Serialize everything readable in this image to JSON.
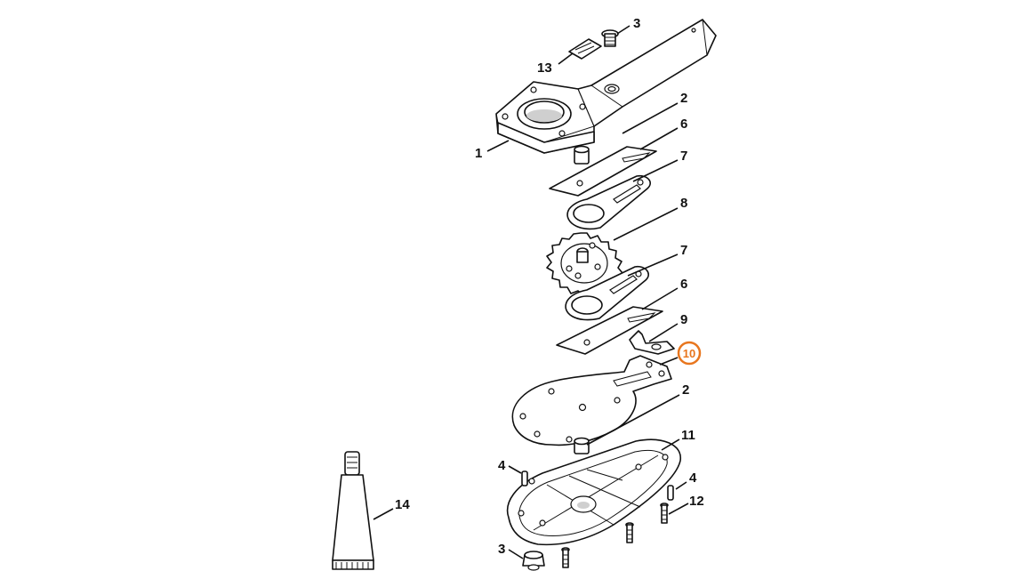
{
  "diagram": {
    "callouts": [
      {
        "id": "c3a",
        "label": "3"
      },
      {
        "id": "c13",
        "label": "13"
      },
      {
        "id": "c2a",
        "label": "2"
      },
      {
        "id": "c6a",
        "label": "6"
      },
      {
        "id": "c1",
        "label": "1"
      },
      {
        "id": "c7a",
        "label": "7"
      },
      {
        "id": "c8",
        "label": "8"
      },
      {
        "id": "c7b",
        "label": "7"
      },
      {
        "id": "c6b",
        "label": "6"
      },
      {
        "id": "c9",
        "label": "9"
      },
      {
        "id": "c10",
        "label": "10",
        "highlighted": true
      },
      {
        "id": "c2b",
        "label": "2"
      },
      {
        "id": "c11",
        "label": "11"
      },
      {
        "id": "c4a",
        "label": "4"
      },
      {
        "id": "c4b",
        "label": "4"
      },
      {
        "id": "c12",
        "label": "12"
      },
      {
        "id": "c14",
        "label": "14"
      },
      {
        "id": "c3b",
        "label": "3"
      }
    ],
    "highlight_color": "#e8761e"
  }
}
